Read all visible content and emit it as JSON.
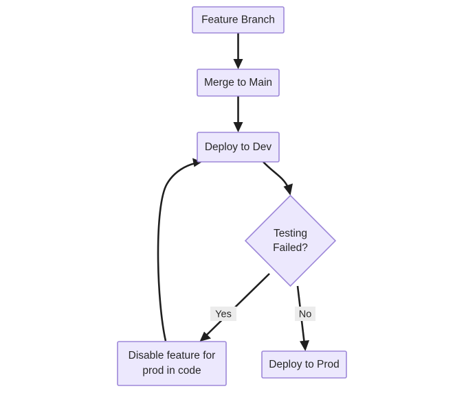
{
  "diagram": {
    "type": "flowchart",
    "direction": "top-down",
    "background_color": "#ffffff",
    "node_fill_color": "#ECE8FD",
    "node_border_color": "#9D87D9",
    "edge_color": "#1f1f1f",
    "text_color": "#272727",
    "edge_label_bg_color": "#ECECEC",
    "nodes": [
      {
        "id": "feature-branch",
        "label": "Feature Branch",
        "shape": "rectangle"
      },
      {
        "id": "merge-to-main",
        "label": "Merge to Main",
        "shape": "rectangle"
      },
      {
        "id": "deploy-to-dev",
        "label": "Deploy to Dev",
        "shape": "rectangle"
      },
      {
        "id": "testing-failed",
        "label_line1": "Testing",
        "label_line2": "Failed?",
        "shape": "diamond"
      },
      {
        "id": "disable-feature",
        "label_line1": "Disable feature for",
        "label_line2": "prod in code",
        "shape": "rectangle"
      },
      {
        "id": "deploy-to-prod",
        "label": "Deploy to Prod",
        "shape": "rectangle"
      }
    ],
    "edges": [
      {
        "from": "feature-branch",
        "to": "merge-to-main",
        "label": ""
      },
      {
        "from": "merge-to-main",
        "to": "deploy-to-dev",
        "label": ""
      },
      {
        "from": "deploy-to-dev",
        "to": "testing-failed",
        "label": ""
      },
      {
        "from": "testing-failed",
        "to": "disable-feature",
        "label": "Yes"
      },
      {
        "from": "testing-failed",
        "to": "deploy-to-prod",
        "label": "No"
      },
      {
        "from": "disable-feature",
        "to": "deploy-to-dev",
        "label": ""
      }
    ]
  }
}
